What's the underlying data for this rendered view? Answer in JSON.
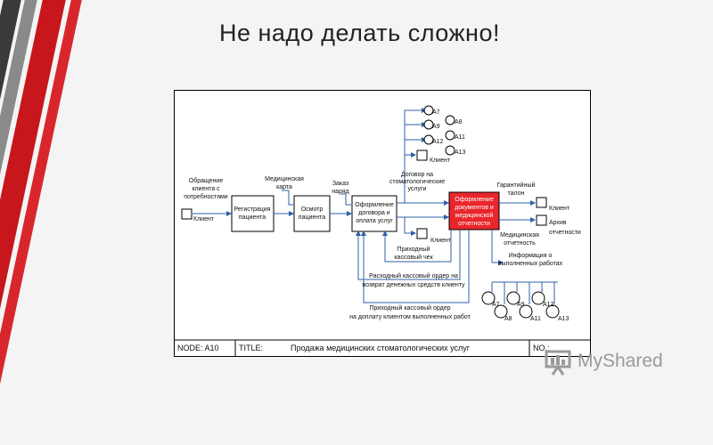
{
  "slide": {
    "title": "Не надо делать сложно!"
  },
  "diagram": {
    "inputs": {
      "need": [
        "Обращение",
        "клиента с",
        "потребностями"
      ],
      "client": "Клиент",
      "med_card": [
        "Медицинская",
        "карта"
      ],
      "order": [
        "Заказ",
        "наряд"
      ]
    },
    "boxes": {
      "registration": [
        "Регистрация",
        "пациента"
      ],
      "exam": [
        "Осмотр",
        "пациента"
      ],
      "contract": [
        "Оформление",
        "договора и",
        "оплата услуг"
      ],
      "reporting": [
        "Оформление",
        "документов и",
        "медицинской",
        "отчетности"
      ]
    },
    "refs_top": [
      "А7",
      "А8",
      "А9",
      "А11",
      "А12",
      "А13"
    ],
    "refs_bottom": [
      "А7",
      "А8",
      "А9",
      "А11",
      "А12",
      "А13"
    ],
    "labels": {
      "client_top": "Клиент",
      "dental_contract": [
        "Договор на",
        "стоматологические",
        "услуги"
      ],
      "client_mid": "Клиент",
      "cash_receipt": [
        "Приходный",
        "кассовый чек"
      ],
      "warranty": [
        "Гарантийный",
        "талон"
      ],
      "client_out": "Клиент",
      "archive": [
        "Архив",
        "отчетности"
      ],
      "med_report": [
        "Медицинская",
        "отчетность"
      ],
      "work_info": [
        "Информация о",
        "выполненных работах"
      ],
      "expense_order": [
        "Расходный кассовый ордер на",
        "возврат денежных средств клиенту"
      ],
      "income_order": [
        "Приходный кассовый ордер",
        "на доплату клиентом выполненных работ"
      ]
    },
    "footer": {
      "node": "NODE: A10",
      "title_label": "TITLE:",
      "title": "Продажа медицинских стоматологических услуг",
      "no": "NO.:"
    }
  },
  "watermark": {
    "text": "MyShared"
  },
  "colors": {
    "red_box": "#e8262c",
    "arrow": "#2f5fa8",
    "stripe_red": "#c8161d"
  }
}
